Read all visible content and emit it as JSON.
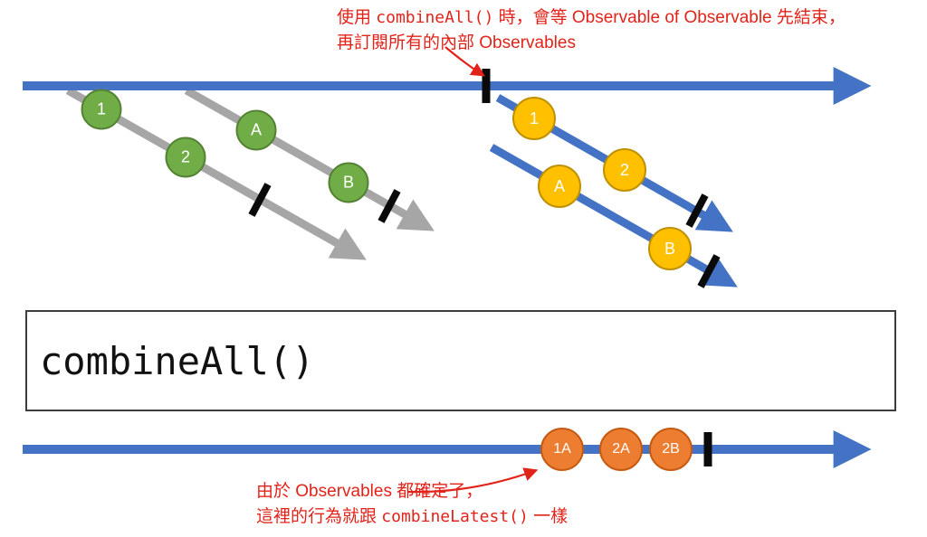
{
  "colors": {
    "blue": "#4472C4",
    "gray": "#A6A6A6",
    "green": "#70AD47",
    "green_border": "#548235",
    "yellow": "#FFC000",
    "yellow_border": "#BF9000",
    "orange": "#ED7D31",
    "orange_border": "#C55A11",
    "red": "#E2231A",
    "tick": "#0A0A0A"
  },
  "operator_box": {
    "label": "combineAll()"
  },
  "annotations": {
    "top": {
      "prefix": "使用 ",
      "code": "combineAll()",
      "suffix": " 時，會等 Observable of Observable 先結束，",
      "line2": "再訂閱所有的內部 Observables"
    },
    "bottom": {
      "line1": "由於 Observables 都確定了，",
      "line2_prefix": "這裡的行為就跟 ",
      "line2_code": "combineLatest()",
      "line2_suffix": " 一樣"
    }
  },
  "marbles": {
    "inner1_before": [
      "1",
      "2"
    ],
    "inner2_before": [
      "A",
      "B"
    ],
    "inner1_after": [
      "1",
      "2"
    ],
    "inner2_after": [
      "A",
      "B"
    ],
    "output": [
      "1A",
      "2A",
      "2B"
    ]
  }
}
